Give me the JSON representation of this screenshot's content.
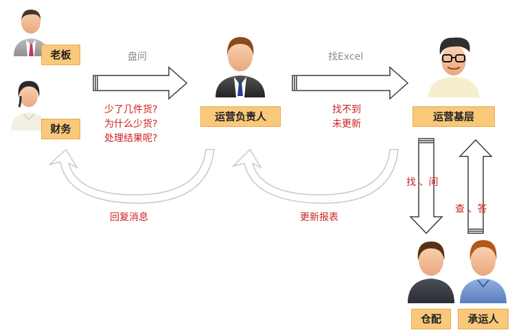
{
  "roles": {
    "boss": "老板",
    "finance": "财务",
    "ops_manager": "运营负责人",
    "ops_staff": "运营基层",
    "warehouse": "仓配",
    "carrier": "承运人"
  },
  "edges": {
    "ask": "盘问",
    "find_excel": "找Excel",
    "questions": [
      "少了几件货?",
      "为什么少货?",
      "处理结果呢?"
    ],
    "not_found": [
      "找不到",
      "未更新"
    ],
    "reply": "回复消息",
    "update_report": "更新报表",
    "find_ask": "找 、问",
    "check_answer": "查 、答"
  },
  "colors": {
    "label_bg": "#f9c87b",
    "note_red": "#cc1f1f"
  }
}
